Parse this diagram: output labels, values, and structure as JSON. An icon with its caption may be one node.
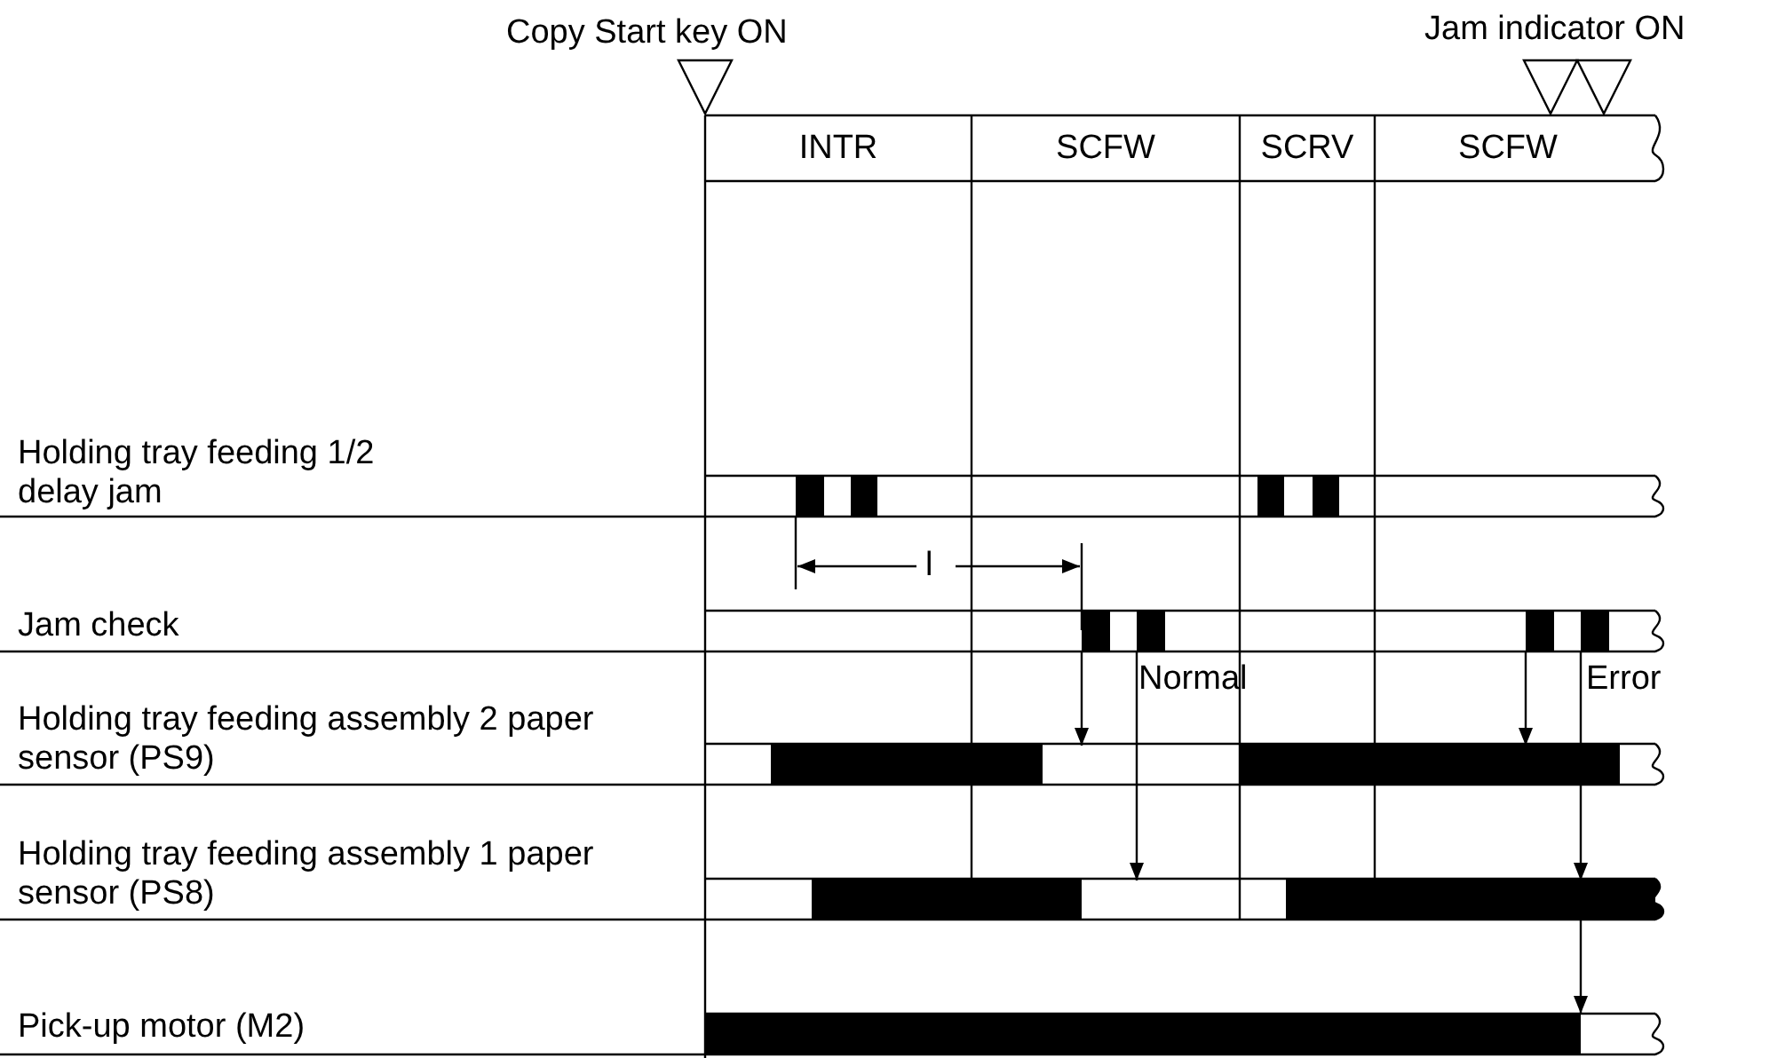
{
  "diagram": {
    "labels": [
      "Copy Start key ON",
      "Jam indicator ON",
      "INTR",
      "SCFW",
      "SCRV",
      "SCFW",
      "Holding tray feeding 1/2 delay jam",
      "l",
      "Jam check",
      "Holding tray feeding assembly 2 paper sensor (PS9)",
      "Normal",
      "Error",
      "Holding tray feeding assembly 1 paper sensor (PS8)",
      "Pick-up motor (M2)"
    ]
  }
}
